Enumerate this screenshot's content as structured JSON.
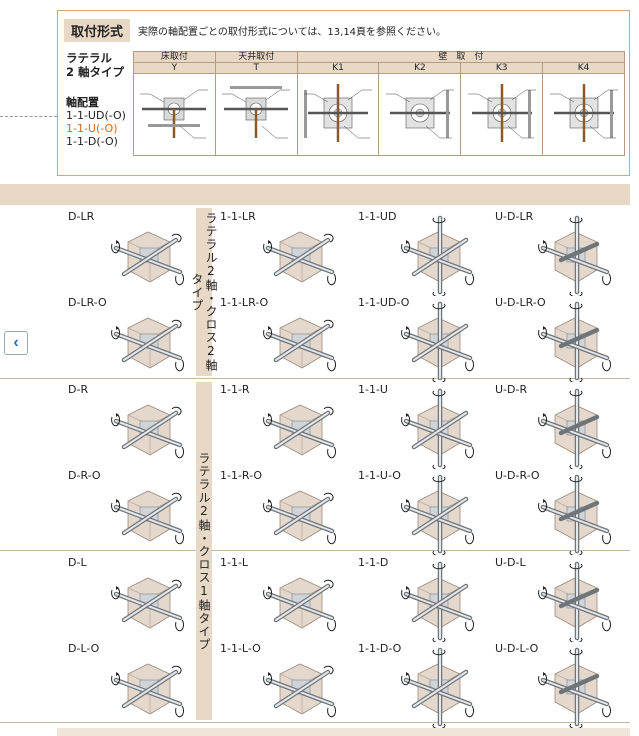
{
  "mounting": {
    "badge": "取付形式",
    "note": "実際の軸配置ごとの取付形式については、13,14頁を参照ください。",
    "lateral_title_line1": "ラテラル",
    "lateral_title_line2": "2 軸タイプ",
    "axis_header": "軸配置",
    "axis_items": [
      "1-1-UD(-O)",
      "1-1-U(-O)",
      "1-1-D(-O)"
    ],
    "columns": [
      {
        "group": "床取付",
        "code": "Y"
      },
      {
        "group": "天井取付",
        "code": "T"
      },
      {
        "group": "壁　取　付",
        "code": "K1"
      },
      {
        "group": "",
        "code": "K2"
      },
      {
        "group": "",
        "code": "K3"
      },
      {
        "group": "",
        "code": "K4"
      }
    ]
  },
  "labels": {
    "cross2": "ラテラル2軸・クロス2軸タイプ",
    "cross1": "ラテラル2軸・クロス1軸タイプ"
  },
  "gearboxes": [
    "D-LR",
    "1-1-LR",
    "1-1-UD",
    "U-D-LR",
    "D-LR-O",
    "1-1-LR-O",
    "1-1-UD-O",
    "U-D-LR-O",
    "D-R",
    "1-1-R",
    "1-1-U",
    "U-D-R",
    "D-R-O",
    "1-1-R-O",
    "1-1-U-O",
    "U-D-R-O",
    "D-L",
    "1-1-L",
    "1-1-D",
    "U-D-L",
    "D-L-O",
    "1-1-L-O",
    "1-1-D-O",
    "U-D-L-O"
  ],
  "nav": {
    "prev": "‹"
  }
}
